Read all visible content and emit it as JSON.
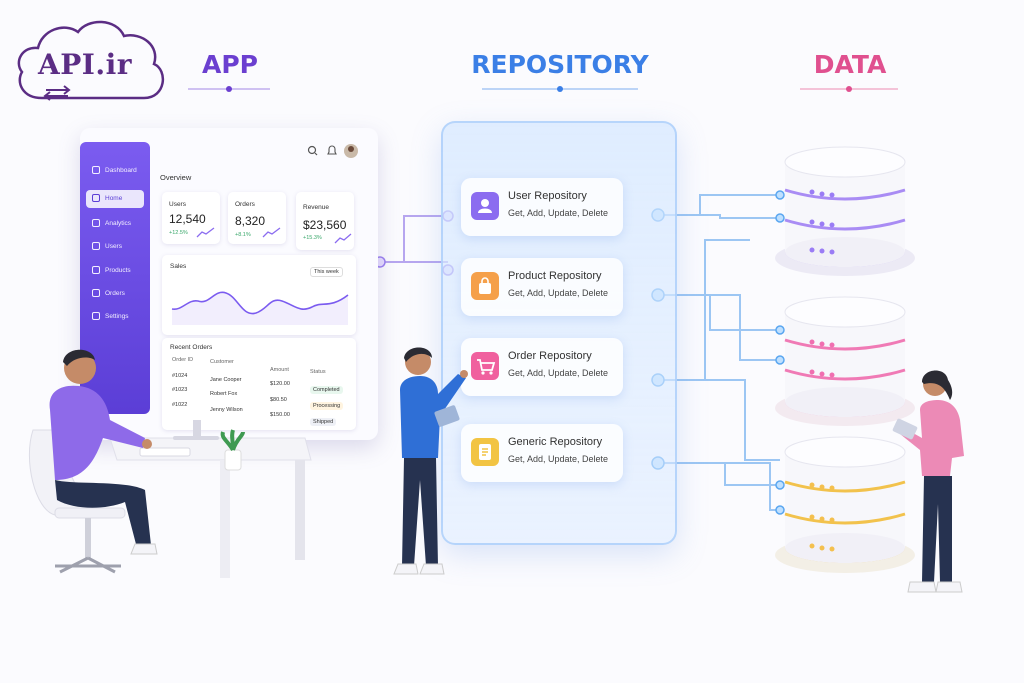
{
  "logo": {
    "text": "API.ir"
  },
  "sections": {
    "app": {
      "label": "APP",
      "color": "#6b3fd0"
    },
    "repository": {
      "label": "REPOSITORY",
      "color": "#3b7fe6"
    },
    "data": {
      "label": "DATA",
      "color": "#e0508f"
    }
  },
  "dashboard": {
    "sidebar": {
      "title": "Dashboard",
      "items": [
        "Home",
        "Analytics",
        "Users",
        "Products",
        "Orders",
        "Settings"
      ]
    },
    "overview_title": "Overview",
    "stats": [
      {
        "label": "Users",
        "value": "12,540",
        "delta": "+12.5%"
      },
      {
        "label": "Orders",
        "value": "8,320",
        "delta": "+8.1%"
      },
      {
        "label": "Revenue",
        "value": "$23,560",
        "delta": "+15.3%"
      }
    ],
    "sales": {
      "title": "Sales",
      "range": "This week"
    },
    "recent_orders": {
      "title": "Recent Orders",
      "columns": [
        "Order ID",
        "Customer",
        "Amount",
        "Status"
      ],
      "rows": [
        [
          "#1024",
          "Jane Cooper",
          "$120.00",
          "Completed"
        ],
        [
          "#1023",
          "Robert Fox",
          "$80.50",
          "Processing"
        ],
        [
          "#1022",
          "Jenny Wilson",
          "$150.00",
          "Shipped"
        ]
      ]
    }
  },
  "repositories": [
    {
      "title": "User Repository",
      "methods": "Get, Add, Update, Delete",
      "icon": "user-icon",
      "color": "#8b6cf0"
    },
    {
      "title": "Product Repository",
      "methods": "Get, Add, Update, Delete",
      "icon": "bag-icon",
      "color": "#f5a04a"
    },
    {
      "title": "Order Repository",
      "methods": "Get, Add, Update, Delete",
      "icon": "cart-icon",
      "color": "#f0609e"
    },
    {
      "title": "Generic Repository",
      "methods": "Get, Add, Update, Delete",
      "icon": "document-icon",
      "color": "#f2c443"
    }
  ],
  "databases": [
    {
      "glow": "#9a7cf5"
    },
    {
      "glow": "#f06fb0"
    },
    {
      "glow": "#f4c04e"
    }
  ]
}
